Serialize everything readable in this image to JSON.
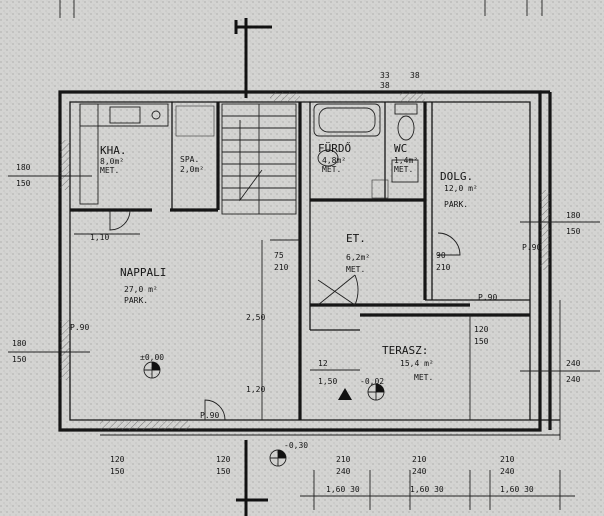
{
  "rooms": {
    "kitchen": {
      "name": "KHA.",
      "area": "8,0m²",
      "floor": "MET."
    },
    "pantry": {
      "name": "SPA.",
      "area": "2,0m²"
    },
    "living": {
      "name": "NAPPALI",
      "area": "27,0 m²",
      "floor": "PARK."
    },
    "bath": {
      "name": "FÜRDŐ",
      "area": "4,8m²",
      "floor": "MET."
    },
    "wc": {
      "name": "WC",
      "area": "1,4m²",
      "floor": "MET."
    },
    "bedroom": {
      "name": "DOLG.",
      "area": "12,0 m²",
      "floor": "PARK."
    },
    "hall": {
      "name": "ET.",
      "area": "6,2m²",
      "floor": "MET."
    },
    "terrace": {
      "name": "TERASZ:",
      "area": "15,4 m²",
      "floor": "MET."
    }
  },
  "dims": {
    "left_top_upper": "180",
    "left_top_lower": "150",
    "left_bottom_upper": "180",
    "left_bottom_lower": "150",
    "right_top_upper": "180",
    "right_top_lower": "150",
    "right_bottom_upper": "240",
    "right_bottom_lower": "240",
    "kitchen_door": "1,10",
    "top_hall_upper": "33",
    "top_hall_lower": "38",
    "top_wc": "38",
    "living_level": "±0,00",
    "terrace_step_upper": "12",
    "terrace_step_lower": "1,50",
    "terrace_level": "-0,02",
    "entrance_door": "P.90",
    "entrance_level": "-0,30",
    "stair_door_upper": "75",
    "stair_door_lower": "210",
    "bedroom_door_upper": "90",
    "bedroom_door_lower": "210",
    "bedroom_window": "P.90",
    "right_window": "P.90",
    "terrace_right_upper": "120",
    "terrace_right_lower": "150",
    "living_window": "P.90",
    "stair_height": "2,50",
    "stair_height_lower": "1,20",
    "bottom_1_upper": "120",
    "bottom_1_lower": "150",
    "bottom_2_upper": "120",
    "bottom_2_lower": "150",
    "bottom_3_upper": "210",
    "bottom_3_lower": "240",
    "bottom_4_upper": "210",
    "bottom_4_lower": "240",
    "bottom_5_upper": "210",
    "bottom_5_lower": "240",
    "bottom_span_1": "1,60 30",
    "bottom_span_2": "1,60 30",
    "bottom_span_3": "1,60 30"
  }
}
